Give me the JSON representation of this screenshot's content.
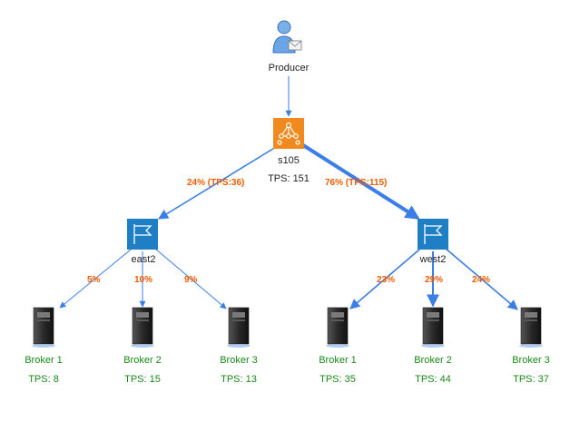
{
  "colors": {
    "edge": "#3a7ee6",
    "edge_label": "#f05a00",
    "broker_text": "#1a8a1a",
    "router": "#1f7fc4",
    "source": "#f08a1e"
  },
  "producer": {
    "label": "Producer",
    "icon": "user-mail-icon"
  },
  "source_node": {
    "label": "s105",
    "tps": "TPS: 151",
    "icon": "hub-icon"
  },
  "regions": [
    {
      "label": "east2",
      "edge_label": "24% (TPS:36)",
      "icon": "flag-icon"
    },
    {
      "label": "west2",
      "edge_label": "76% (TPS:115)",
      "icon": "flag-icon"
    }
  ],
  "brokers": [
    {
      "label": "Broker 1",
      "tps": "TPS: 8",
      "edge_label": "5%",
      "region": 0
    },
    {
      "label": "Broker 2",
      "tps": "TPS: 15",
      "edge_label": "10%",
      "region": 0
    },
    {
      "label": "Broker 3",
      "tps": "TPS: 13",
      "edge_label": "9%",
      "region": 0
    },
    {
      "label": "Broker 1",
      "tps": "TPS: 35",
      "edge_label": "23%",
      "region": 1
    },
    {
      "label": "Broker 2",
      "tps": "TPS: 44",
      "edge_label": "29%",
      "region": 1
    },
    {
      "label": "Broker 3",
      "tps": "TPS: 37",
      "edge_label": "24%",
      "region": 1
    }
  ]
}
